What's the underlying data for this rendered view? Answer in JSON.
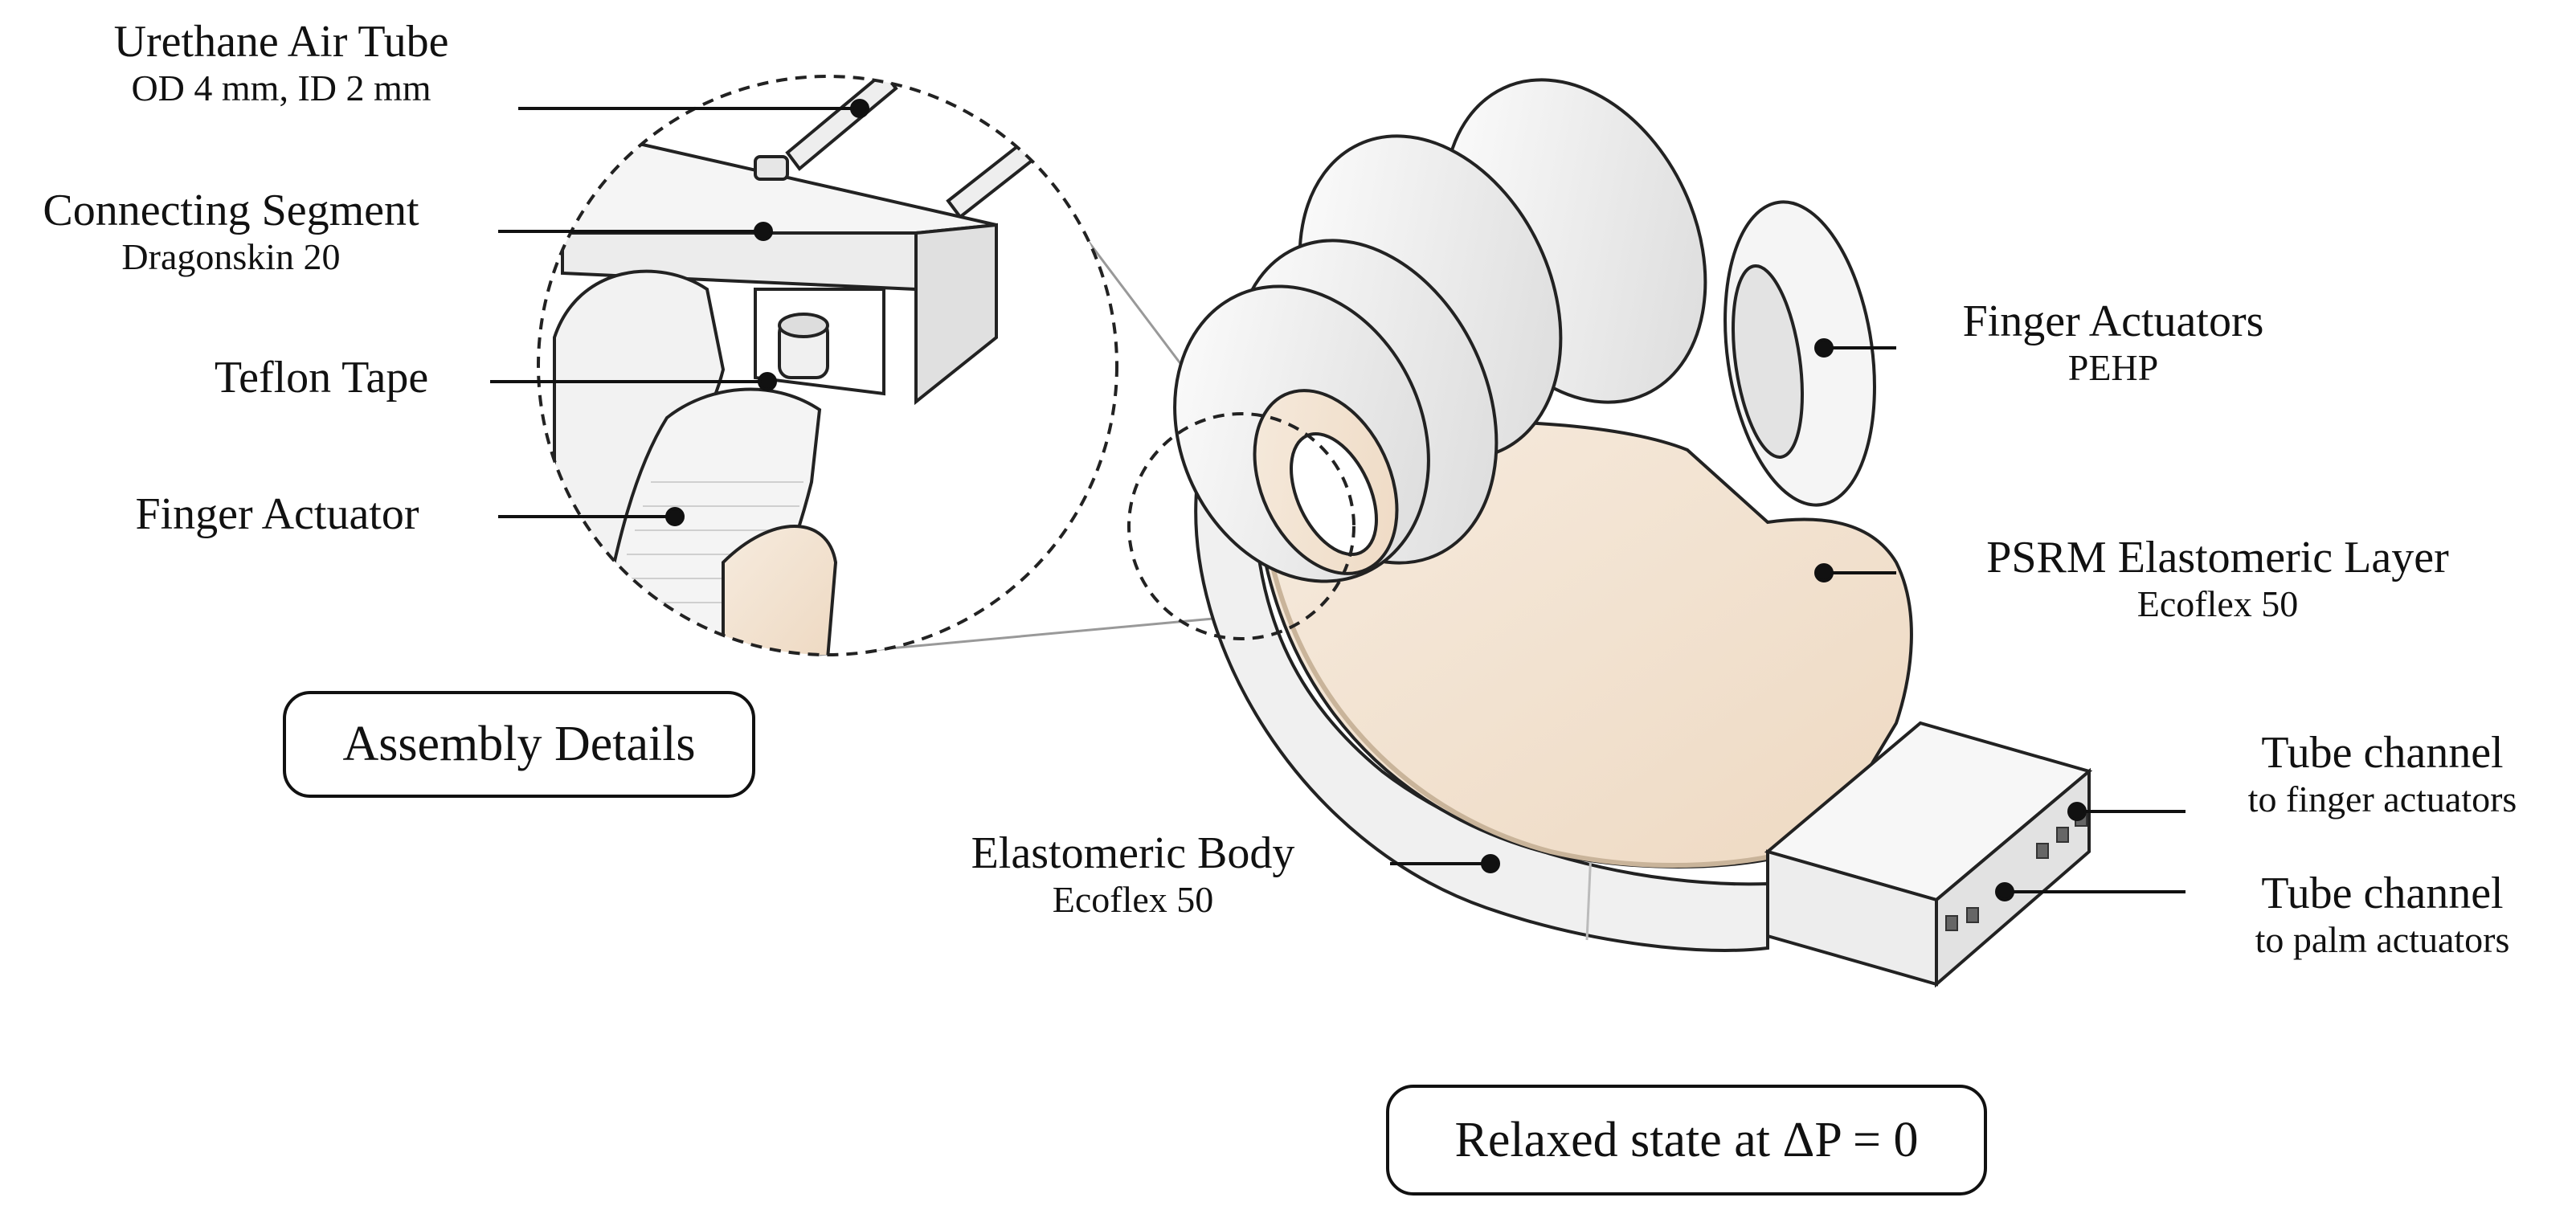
{
  "labels": {
    "urethane_tube": {
      "title": "Urethane Air Tube",
      "sub": "OD 4 mm, ID 2 mm"
    },
    "connecting_segment": {
      "title": "Connecting Segment",
      "sub": "Dragonskin 20"
    },
    "teflon_tape": {
      "title": "Teflon Tape"
    },
    "finger_actuator": {
      "title": "Finger Actuator"
    },
    "finger_actuators": {
      "title": "Finger Actuators",
      "sub": "PEHP"
    },
    "psrm_layer": {
      "title": "PSRM Elastomeric Layer",
      "sub": "Ecoflex 50"
    },
    "elastomeric_body": {
      "title": "Elastomeric Body",
      "sub": "Ecoflex 50"
    },
    "tube_channel_finger": {
      "title": "Tube channel",
      "sub": "to finger actuators"
    },
    "tube_channel_palm": {
      "title": "Tube channel",
      "sub": "to palm actuators"
    }
  },
  "boxes": {
    "assembly_details": "Assembly Details",
    "relaxed_state": "Relaxed state at ΔP = 0"
  },
  "colors": {
    "elastomer_white": "#f2f2f2",
    "psrm_skin": "#f3e6d6",
    "outline": "#222222"
  }
}
